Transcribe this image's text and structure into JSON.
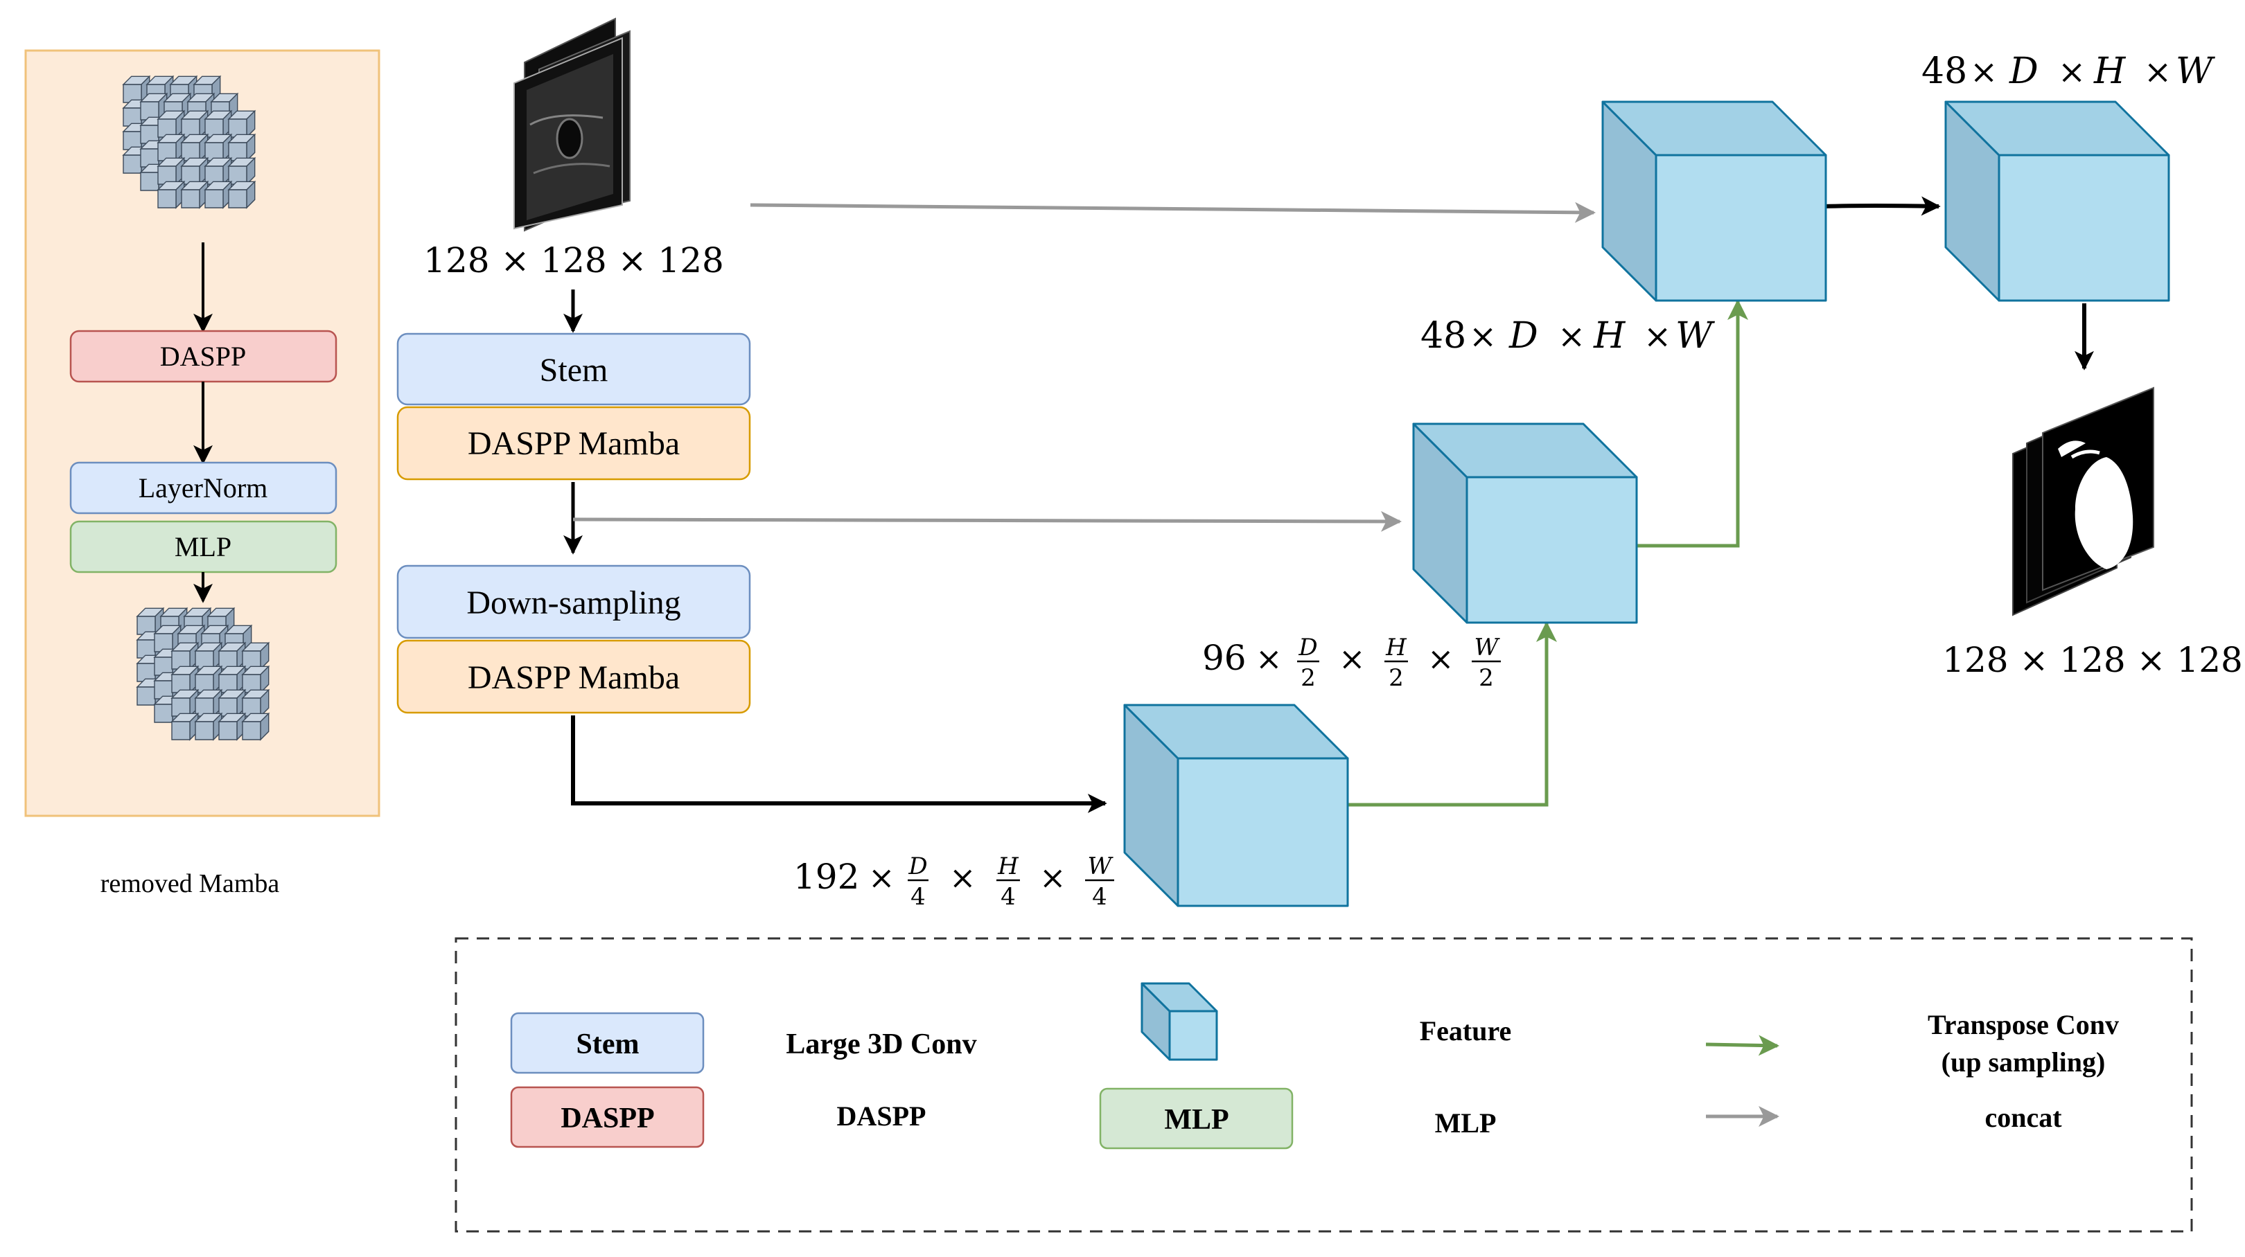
{
  "colors": {
    "panel_fill": "#fdebd9",
    "panel_stroke": "#f0c27a",
    "blue_fill": "#dae8fc",
    "blue_stroke": "#6c8ebf",
    "orange_fill": "#ffe6cc",
    "orange_stroke": "#d79b00",
    "red_fill": "#f8cecc",
    "red_stroke": "#b85450",
    "green_fill": "#d5e8d4",
    "green_stroke": "#82b366",
    "cube_front": "#b1ddf0",
    "cube_top": "#a2d1e6",
    "cube_side": "#93bfd6",
    "cube_stroke": "#10739e",
    "arrow_black": "#000000",
    "arrow_gray": "#999999",
    "arrow_green": "#6a9b4f"
  },
  "side_panel": {
    "daspp": "DASPP",
    "layernorm": "LayerNorm",
    "mlp": "MLP",
    "caption": "removed Mamba"
  },
  "encoder": {
    "input_dims": "128 × 128 × 128",
    "stem": "Stem",
    "daspp_mamba_1": "DASPP Mamba",
    "downsampling": "Down-sampling",
    "daspp_mamba_2": "DASPP Mamba"
  },
  "features": {
    "f192": {
      "c": "192",
      "d": "D",
      "h": "H",
      "w": "W",
      "den": "4"
    },
    "f96": {
      "c": "96",
      "d": "D",
      "h": "H",
      "w": "W",
      "den": "2"
    },
    "f48": {
      "c": "48",
      "d": "D",
      "h": "H",
      "w": "W"
    },
    "f48_out": {
      "c": "48",
      "d": "D",
      "h": "H",
      "w": "W"
    },
    "output_dims": "128 × 128 × 128",
    "times": "×"
  },
  "legend": {
    "stem_box": "Stem",
    "stem_desc": "Large 3D Conv",
    "daspp_box": "DASPP",
    "daspp_desc": "DASPP",
    "feature_desc": "Feature",
    "mlp_box": "MLP",
    "mlp_desc": "MLP",
    "transpose_line1": "Transpose Conv",
    "transpose_line2": "(up sampling)",
    "concat_desc": "concat"
  }
}
